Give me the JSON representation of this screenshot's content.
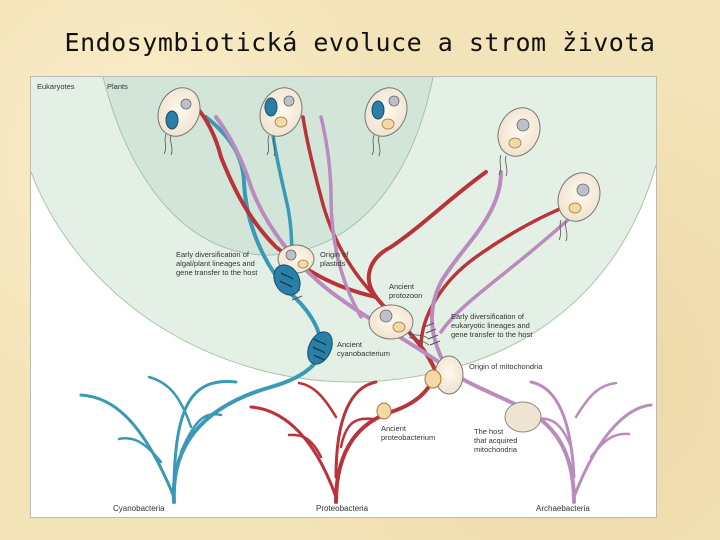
{
  "title": "Endosymbiotická evoluce a strom života",
  "figure": {
    "domain_labels": {
      "eukaryotes": "Eukaryotes",
      "plants": "Plants"
    },
    "annotations": {
      "early_algal_1": "Early diversification of",
      "early_algal_2": "algal/plant lineages and",
      "early_algal_3": "gene transfer to the host",
      "plastids_1": "Origin of",
      "plastids_2": "plastids",
      "protozoon_1": "Ancient",
      "protozoon_2": "protozoon",
      "early_euk_1": "Early diversification of",
      "early_euk_2": "eukaryotic lineages and",
      "early_euk_3": "gene transfer to the host",
      "cyano_1": "Ancient",
      "cyano_2": "cyanobacterium",
      "mito": "Origin of mitochondria",
      "proteo_1": "Ancient",
      "proteo_2": "proteobacterium",
      "host_1": "The host",
      "host_2": "that acquired",
      "host_3": "mitochondria"
    },
    "base_labels": {
      "cyanobacteria": "Cyanobacteria",
      "proteobacteria": "Proteobacteria",
      "archaebacteria": "Archaebacteria"
    },
    "colors": {
      "cyanobacteria": "#3a9ab5",
      "proteobacteria": "#b8343a",
      "archaebacteria": "#b98cbd",
      "eukaryote_zone": "#e4efe6",
      "plant_zone": "#d3e5d9"
    }
  }
}
